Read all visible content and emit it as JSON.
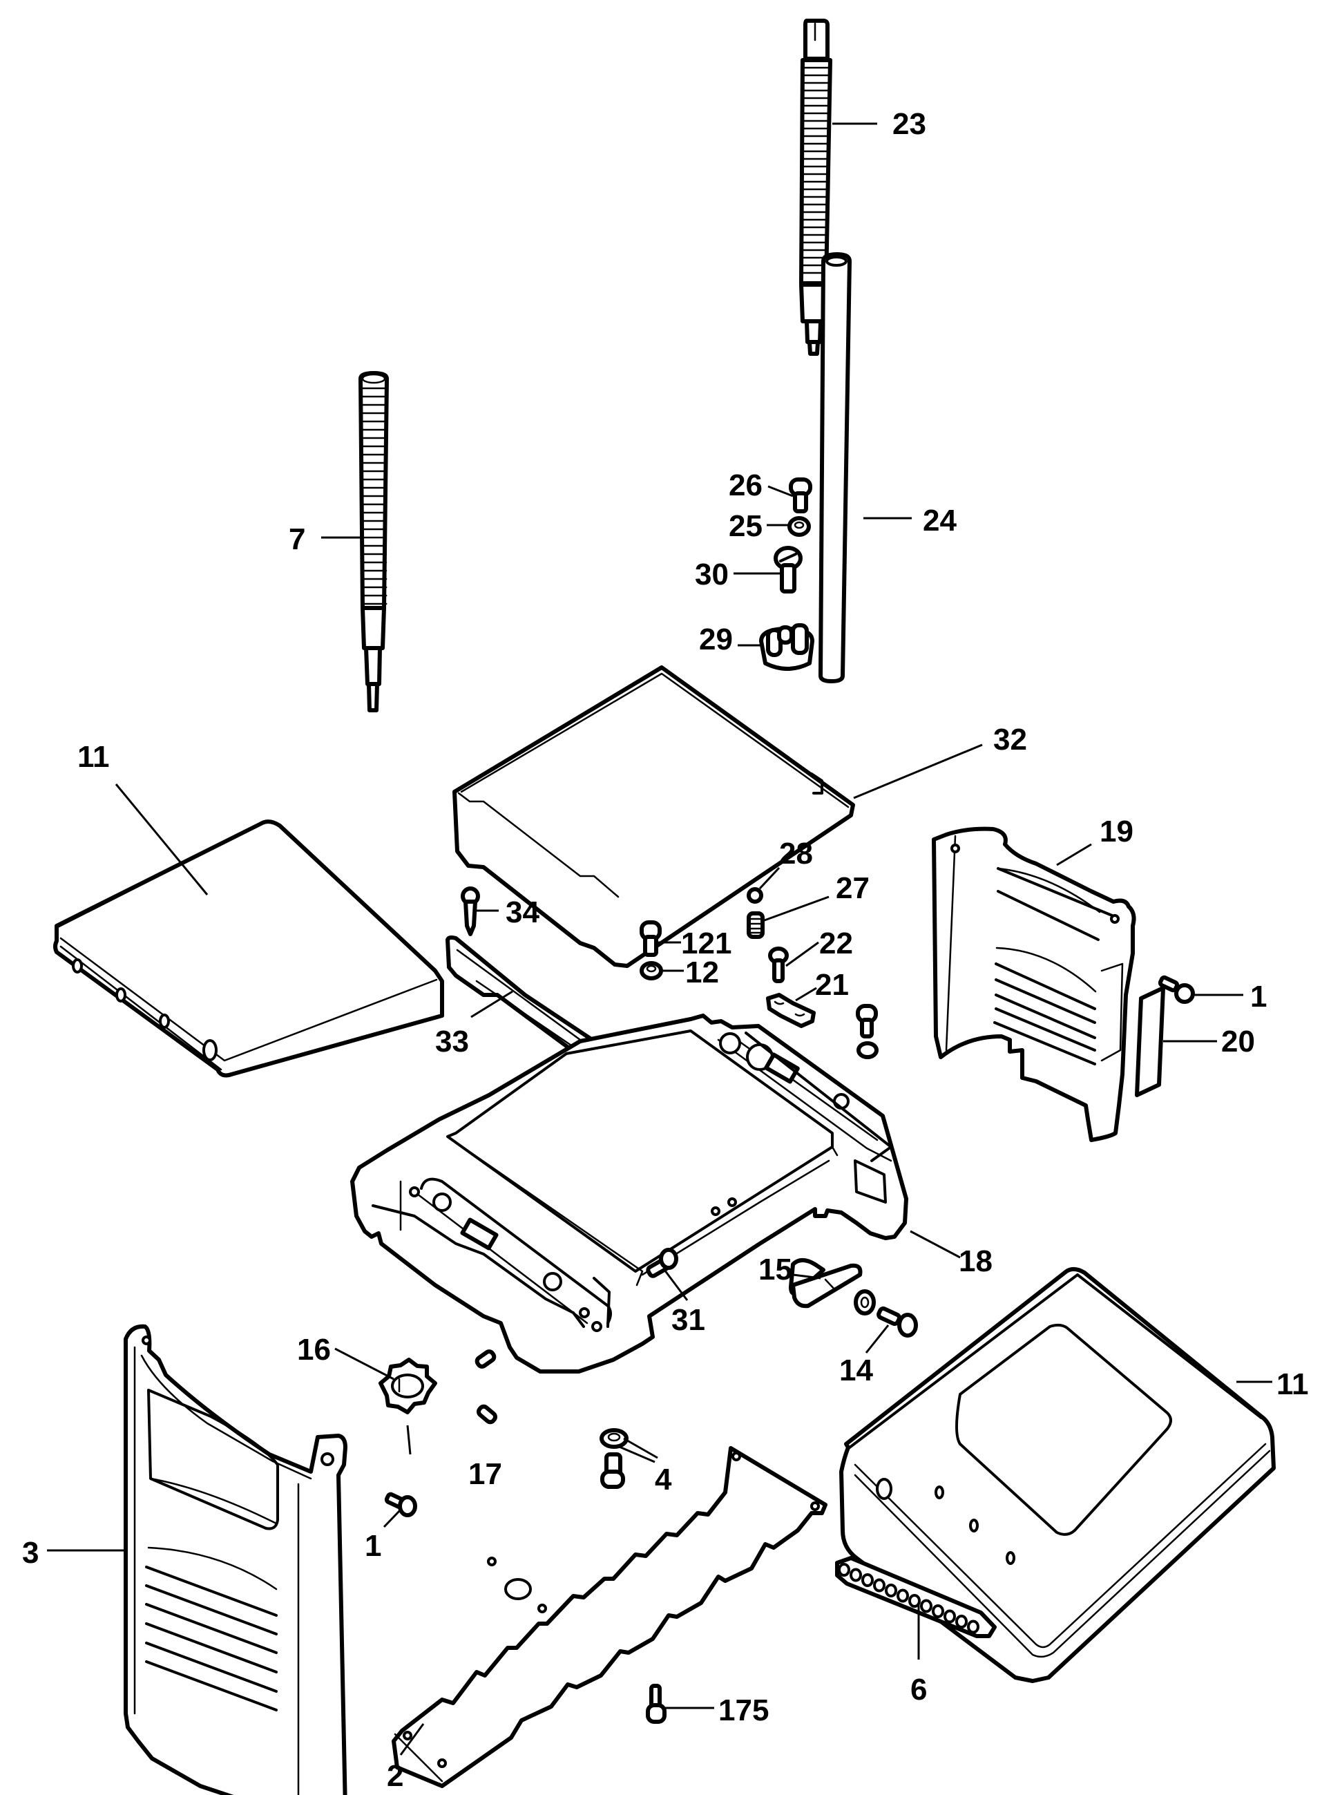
{
  "diagram": {
    "type": "exploded-parts-diagram",
    "colors": {
      "line": "#000000",
      "background": "#ffffff"
    },
    "parts": [
      {
        "id": "23",
        "label": "23",
        "name": "threaded-rod-long"
      },
      {
        "id": "24",
        "label": "24",
        "name": "column-tube"
      },
      {
        "id": "26",
        "label": "26",
        "name": "screw"
      },
      {
        "id": "25",
        "label": "25",
        "name": "washer"
      },
      {
        "id": "30",
        "label": "30",
        "name": "shoulder-screw"
      },
      {
        "id": "29",
        "label": "29",
        "name": "knob"
      },
      {
        "id": "7",
        "label": "7",
        "name": "threaded-rod"
      },
      {
        "id": "32",
        "label": "32",
        "name": "top-plate"
      },
      {
        "id": "11a",
        "label": "11",
        "name": "side-table-left"
      },
      {
        "id": "34",
        "label": "34",
        "name": "tapping-screw"
      },
      {
        "id": "33",
        "label": "33",
        "name": "rail-bracket"
      },
      {
        "id": "28",
        "label": "28",
        "name": "ball"
      },
      {
        "id": "27",
        "label": "27",
        "name": "spring"
      },
      {
        "id": "121",
        "label": "121",
        "name": "bolt"
      },
      {
        "id": "12",
        "label": "12",
        "name": "nut"
      },
      {
        "id": "22",
        "label": "22",
        "name": "screw"
      },
      {
        "id": "21",
        "label": "21",
        "name": "clamp"
      },
      {
        "id": "19",
        "label": "19",
        "name": "side-cover-right"
      },
      {
        "id": "1a",
        "label": "1",
        "name": "screw"
      },
      {
        "id": "20",
        "label": "20",
        "name": "label-plate"
      },
      {
        "id": "18",
        "label": "18",
        "name": "base"
      },
      {
        "id": "31",
        "label": "31",
        "name": "screw"
      },
      {
        "id": "15",
        "label": "15",
        "name": "handle"
      },
      {
        "id": "14",
        "label": "14",
        "name": "screw"
      },
      {
        "id": "16",
        "label": "16",
        "name": "sprocket"
      },
      {
        "id": "17",
        "label": "17",
        "name": "set-screw"
      },
      {
        "id": "4",
        "label": "4",
        "name": "bolt-and-washer"
      },
      {
        "id": "11b",
        "label": "11",
        "name": "side-table-right"
      },
      {
        "id": "3",
        "label": "3",
        "name": "side-cover-left"
      },
      {
        "id": "1b",
        "label": "1",
        "name": "screw"
      },
      {
        "id": "2",
        "label": "2",
        "name": "bottom-plate"
      },
      {
        "id": "175",
        "label": "175",
        "name": "screw"
      },
      {
        "id": "6",
        "label": "6",
        "name": "chain"
      }
    ]
  }
}
